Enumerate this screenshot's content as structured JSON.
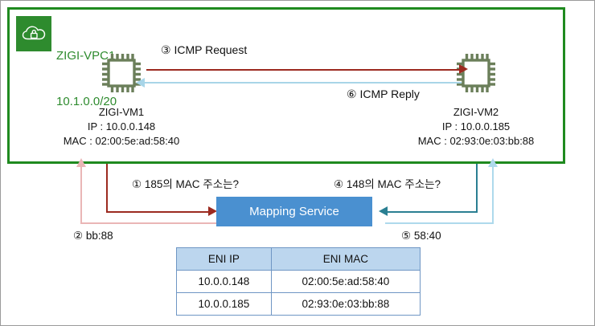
{
  "vpc": {
    "icon": "cloud-lock-icon",
    "name": "ZIGI-VPC1",
    "cidr": "10.1.0.0/20",
    "border_color": "#1f8a1f",
    "icon_bg": "#2e8b2e"
  },
  "nodes": [
    {
      "id": "vm1",
      "icon": "cpu-chip-icon",
      "name": "ZIGI-VM1",
      "ip": "IP : 10.0.0.148",
      "mac": "MAC : 02:00:5e:ad:58:40"
    },
    {
      "id": "vm2",
      "icon": "cpu-chip-icon",
      "name": "ZIGI-VM2",
      "ip": "IP : 10.0.0.185",
      "mac": "MAC : 02:93:0e:03:bb:88"
    }
  ],
  "mapping_service": {
    "label": "Mapping Service",
    "bg_color": "#4a90d0",
    "text_color": "#ffffff"
  },
  "flows": [
    {
      "step": "1",
      "label": "① 185의 MAC 주소는?",
      "color": "#9c2a20"
    },
    {
      "step": "2",
      "label": "② bb:88",
      "color": "#eab6b6"
    },
    {
      "step": "3",
      "label": "③ ICMP Request",
      "color": "#9c2a20"
    },
    {
      "step": "4",
      "label": "④ 148의 MAC 주소는?",
      "color": "#2a7f92"
    },
    {
      "step": "5",
      "label": "⑤ 58:40",
      "color": "#aed9ec"
    },
    {
      "step": "6",
      "label": "⑥ ICMP Reply",
      "color": "#a8d5e8"
    }
  ],
  "table": {
    "headers": [
      "ENI IP",
      "ENI MAC"
    ],
    "rows": [
      [
        "10.0.0.148",
        "02:00:5e:ad:58:40"
      ],
      [
        "10.0.0.185",
        "02:93:0e:03:bb:88"
      ]
    ],
    "header_bg": "#bcd6ee",
    "border_color": "#6f96c4"
  }
}
